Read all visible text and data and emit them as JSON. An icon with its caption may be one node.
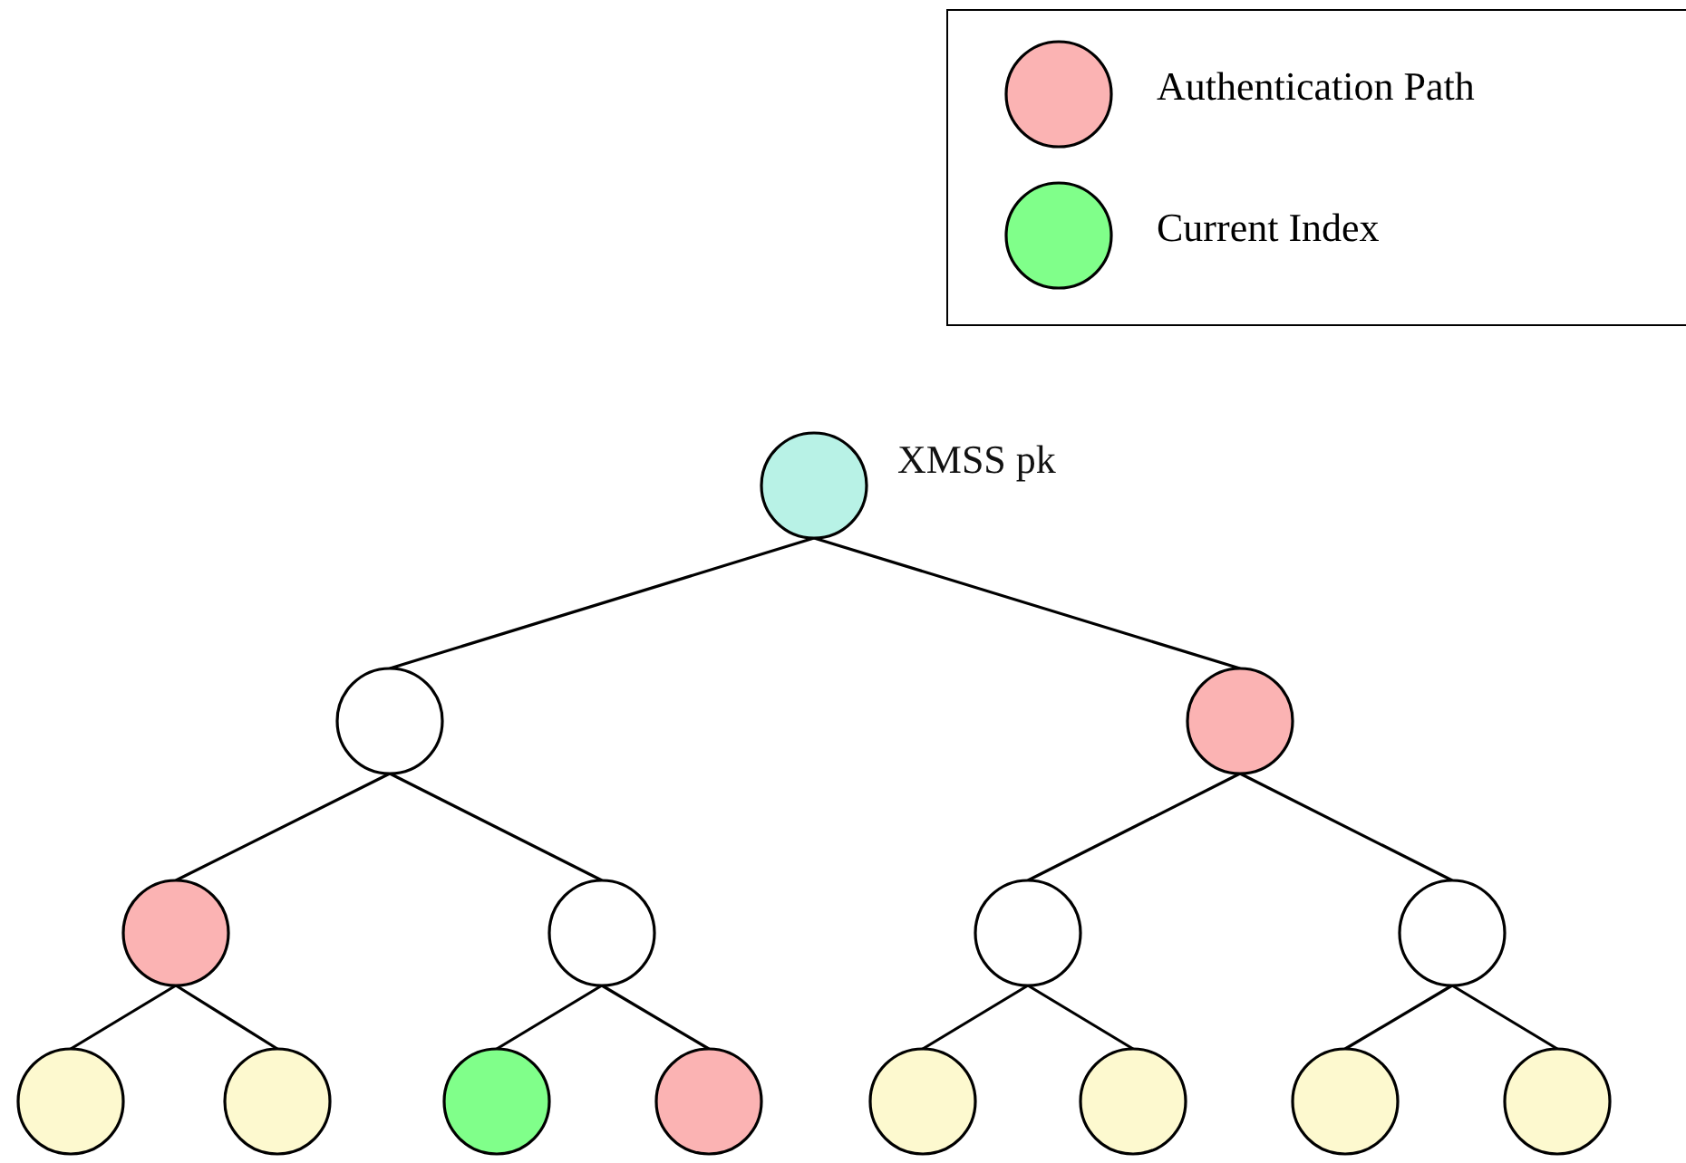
{
  "diagram": {
    "nodes": [
      {
        "text": [],
        "shape": "circle",
        "beside": [
          "XMSS pk"
        ]
      },
      {
        "text": [],
        "shape": "circle"
      },
      {
        "text": [],
        "shape": "circle"
      },
      {
        "text": [],
        "shape": "circle"
      },
      {
        "text": [],
        "shape": "circle"
      },
      {
        "text": [],
        "shape": "circle"
      },
      {
        "text": [],
        "shape": "circle"
      },
      {
        "text": [],
        "shape": "circle"
      },
      {
        "text": [],
        "shape": "circle"
      },
      {
        "text": [],
        "shape": "circle"
      },
      {
        "text": [],
        "shape": "circle"
      },
      {
        "text": [],
        "shape": "circle"
      },
      {
        "text": [],
        "shape": "circle"
      },
      {
        "text": [],
        "shape": "circle"
      },
      {
        "text": [],
        "shape": "circle"
      }
    ],
    "edges": [
      {
        "from": 0,
        "to": 1,
        "arrow": "none"
      },
      {
        "from": 0,
        "to": 2,
        "arrow": "none"
      },
      {
        "from": 1,
        "to": 3,
        "arrow": "none"
      },
      {
        "from": 1,
        "to": 4,
        "arrow": "none"
      },
      {
        "from": 2,
        "to": 5,
        "arrow": "none"
      },
      {
        "from": 2,
        "to": 6,
        "arrow": "none"
      },
      {
        "from": 3,
        "to": 7,
        "arrow": "none"
      },
      {
        "from": 3,
        "to": 8,
        "arrow": "none"
      },
      {
        "from": 4,
        "to": 9,
        "arrow": "none"
      },
      {
        "from": 4,
        "to": 10,
        "arrow": "none"
      },
      {
        "from": 5,
        "to": 11,
        "arrow": "none"
      },
      {
        "from": 5,
        "to": 12,
        "arrow": "none"
      },
      {
        "from": 6,
        "to": 13,
        "arrow": "none"
      },
      {
        "from": 6,
        "to": 14,
        "arrow": "none"
      }
    ],
    "legend": [
      {
        "text": "Authentication Path",
        "color": "#fbb3b3"
      },
      {
        "text": "Current Index",
        "color": "#80ff8a"
      }
    ]
  }
}
